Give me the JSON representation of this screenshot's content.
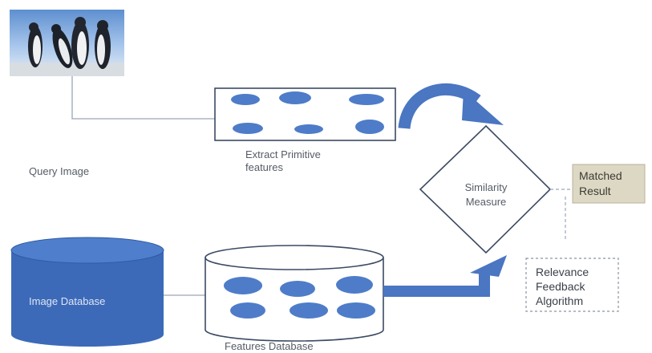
{
  "query_image": {
    "label": "Query Image"
  },
  "extract": {
    "line1": "Extract Primitive",
    "line2": "features"
  },
  "similarity": {
    "line1": "Similarity",
    "line2": "Measure"
  },
  "matched": {
    "line1": "Matched",
    "line2": "Result"
  },
  "image_db": {
    "label": "Image Database"
  },
  "features_db": {
    "label": "Features Database"
  },
  "relevance": {
    "line1": "Relevance",
    "line2": "Feedback",
    "line3": "Algorithm"
  },
  "colors": {
    "accent": "#4a76c2",
    "ellipse": "#4e7cc8",
    "matched_box": "#ddd8c4",
    "line": "#9aa6b8"
  },
  "icons": {
    "query": "penguins-photo"
  }
}
